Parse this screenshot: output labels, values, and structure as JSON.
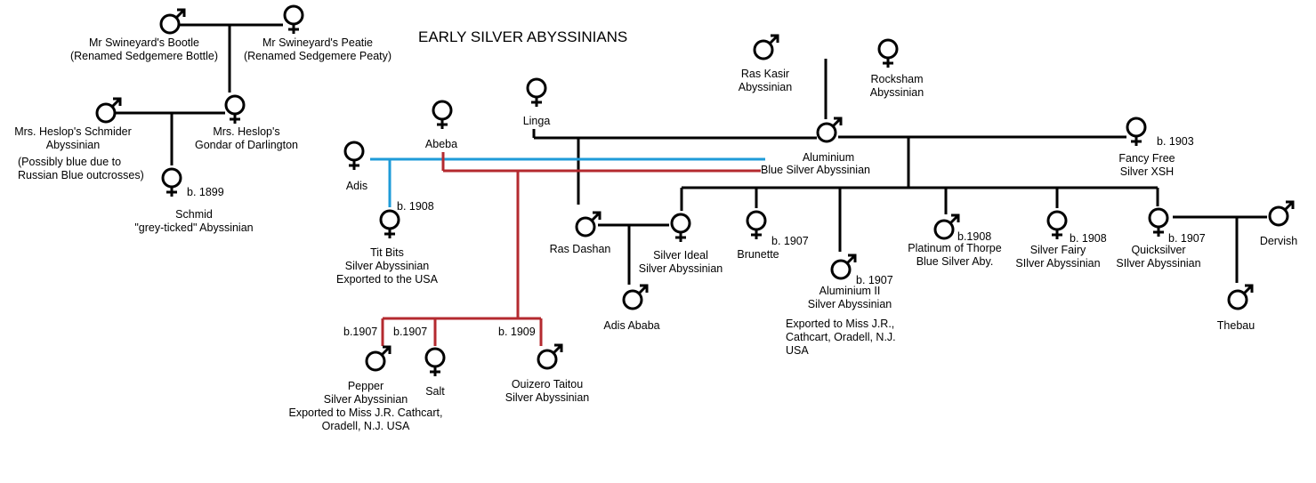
{
  "title": "EARLY SILVER ABYSSINIANS",
  "colors": {
    "line": "#000000",
    "blue_line": "#1e9bd8",
    "red_line": "#b42a2f"
  },
  "cats": [
    {
      "id": "bootle",
      "sex": "male",
      "lines": [
        "Mr Swineyard's Bootle",
        "(Renamed Sedgemere Bottle)"
      ]
    },
    {
      "id": "peatie",
      "sex": "female",
      "lines": [
        "Mr Swineyard's Peatie",
        "(Renamed Sedgemere Peaty)"
      ]
    },
    {
      "id": "schmider",
      "sex": "male",
      "lines": [
        "Mrs. Heslop's Schmider",
        "Abyssinian"
      ]
    },
    {
      "id": "gondar",
      "sex": "female",
      "lines": [
        "Mrs. Heslop's",
        "Gondar of Darlington"
      ]
    },
    {
      "id": "schmid",
      "sex": "female",
      "birth": "b. 1899",
      "lines": [
        "Schmid",
        "\"grey-ticked\" Abyssinian"
      ]
    },
    {
      "id": "adis",
      "sex": "female",
      "lines": [
        "Adis"
      ]
    },
    {
      "id": "abeba",
      "sex": "female",
      "lines": [
        "Abeba"
      ]
    },
    {
      "id": "titbits",
      "sex": "female",
      "birth": "b. 1908",
      "lines": [
        "Tit Bits",
        "Silver Abyssinian",
        "Exported to the USA"
      ]
    },
    {
      "id": "linga",
      "sex": "female",
      "lines": [
        "Linga"
      ]
    },
    {
      "id": "raskasir",
      "sex": "male",
      "lines": [
        "Ras Kasir",
        "Abyssinian"
      ]
    },
    {
      "id": "rocksham",
      "sex": "female",
      "lines": [
        "Rocksham",
        "Abyssinian"
      ]
    },
    {
      "id": "aluminium",
      "sex": "male",
      "lines": [
        "Aluminium"
      ]
    },
    {
      "id": "fancyfree",
      "sex": "female",
      "birth": "b. 1903",
      "lines": [
        "Fancy Free",
        "Silver XSH"
      ]
    },
    {
      "id": "rasdashan",
      "sex": "male",
      "lines": [
        "Ras Dashan"
      ]
    },
    {
      "id": "silverideal",
      "sex": "female",
      "lines": [
        "Silver Ideal",
        "Silver Abyssinian"
      ]
    },
    {
      "id": "brunette",
      "sex": "female",
      "birth": "b. 1907",
      "lines": [
        "Brunette"
      ]
    },
    {
      "id": "aluminium2",
      "sex": "male",
      "birth": "b. 1907",
      "lines": [
        "Aluminium II",
        "Silver Abyssinian"
      ]
    },
    {
      "id": "platinum",
      "sex": "male",
      "birth": "b.1908",
      "lines": [
        "Platinum of Thorpe",
        "Blue Silver Aby."
      ]
    },
    {
      "id": "silverfairy",
      "sex": "female",
      "birth": "b. 1908",
      "lines": [
        "Silver Fairy",
        "SIlver Abyssinian"
      ]
    },
    {
      "id": "quicksilver",
      "sex": "female",
      "birth": "b. 1907",
      "lines": [
        "Quicksilver",
        "SIlver Abyssinian"
      ]
    },
    {
      "id": "dervish",
      "sex": "male",
      "lines": [
        "Dervish"
      ]
    },
    {
      "id": "thebau",
      "sex": "male",
      "lines": [
        "Thebau"
      ]
    },
    {
      "id": "adisababa",
      "sex": "male",
      "lines": [
        "Adis Ababa"
      ]
    },
    {
      "id": "pepper",
      "sex": "male",
      "birth": "b.1907",
      "lines": [
        "Pepper",
        "Silver Abyssinian",
        "Exported to Miss J.R. Cathcart,",
        "Oradell, N.J. USA"
      ]
    },
    {
      "id": "salt",
      "sex": "female",
      "birth": "b.1907",
      "lines": [
        "Salt"
      ]
    },
    {
      "id": "ouizero",
      "sex": "male",
      "birth": "b. 1909",
      "lines": [
        "Ouizero Taitou",
        "Silver Abyssinian"
      ]
    }
  ],
  "notes": [
    {
      "id": "blue-note",
      "text": "(Possibly blue due to\nRussian Blue outcrosses)"
    },
    {
      "id": "blue-silver-label",
      "text": "Blue Silver Abyssinian"
    },
    {
      "id": "export-note",
      "text": "Exported to Miss J.R.,\nCathcart, Oradell, N.J.\nUSA"
    }
  ]
}
